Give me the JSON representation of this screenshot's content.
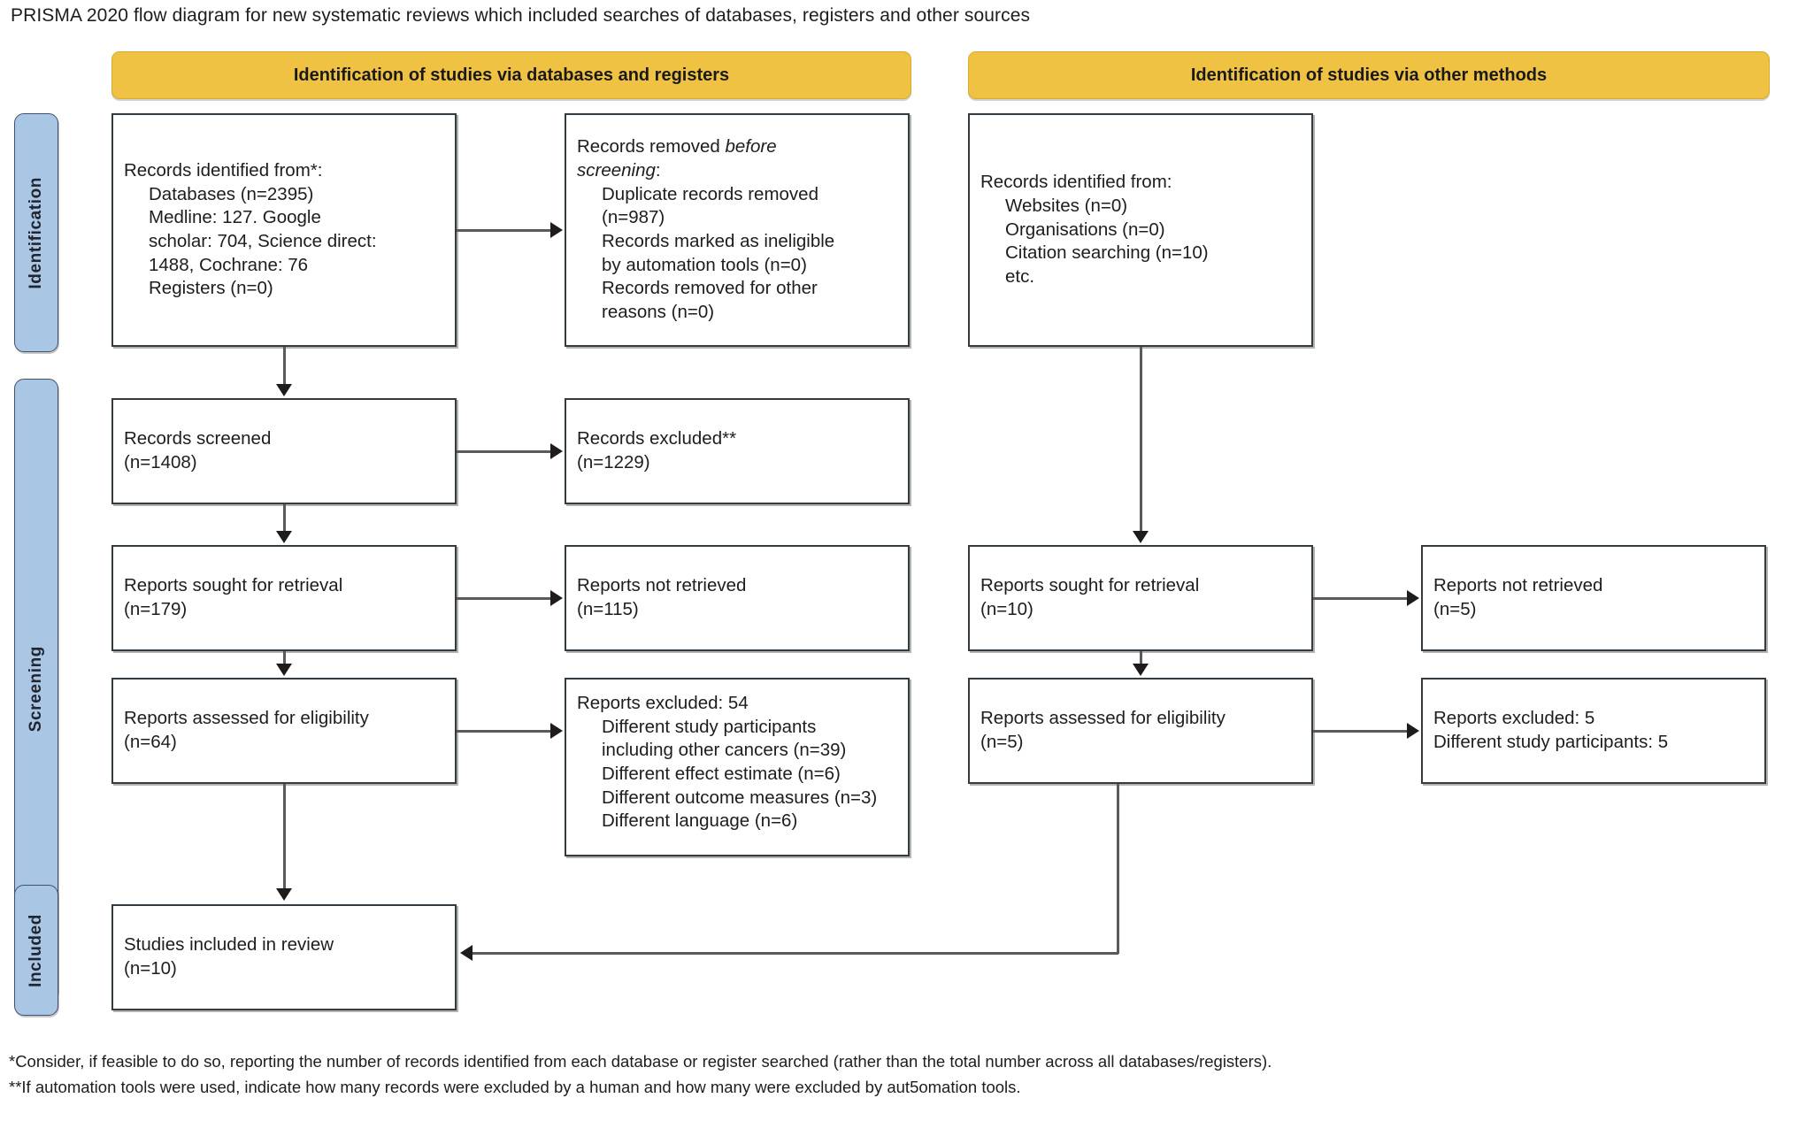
{
  "title": "PRISMA 2020 flow diagram for new systematic reviews which included searches of databases, registers and other sources",
  "colors": {
    "header_yellow": "#f0c244",
    "stage_blue": "#a9c6e4",
    "box_border": "#333a40",
    "connector": "#5a5a5a"
  },
  "columns": {
    "left_header": "Identification of studies via databases and registers",
    "right_header": "Identification of studies via other methods"
  },
  "stages": [
    {
      "label": "Identification"
    },
    {
      "label": "Screening"
    },
    {
      "label": "Included"
    }
  ],
  "boxes": {
    "records_identified": {
      "lines": [
        "Records identified from*:",
        "Databases (n=2395)",
        "Medline: 127. Google",
        "scholar: 704, Science direct:",
        "1488, Cochrane: 76",
        "Registers (n=0)"
      ]
    },
    "records_removed": {
      "line1_normal": "Records removed ",
      "line1_italic": "before",
      "line2_italic": "screening",
      "line2_normal": ":",
      "lines": [
        "Duplicate records removed",
        "(n=987)",
        "Records marked as ineligible",
        "by automation tools (n=0)",
        "Records removed for other",
        "reasons (n=0)"
      ]
    },
    "other_identified": {
      "lines": [
        "Records identified from:",
        "Websites (n=0)",
        "Organisations (n=0)",
        "Citation searching (n=10)",
        "etc."
      ]
    },
    "records_screened": {
      "line1": "Records screened",
      "line2": "(n=1408)"
    },
    "records_excluded": {
      "line1": "Records excluded**",
      "line2": "(n=1229)"
    },
    "reports_sought": {
      "line1": "Reports sought for retrieval",
      "line2": "(n=179)"
    },
    "reports_not_retrieved": {
      "line1": "Reports not retrieved",
      "line2": "(n=115)"
    },
    "reports_sought_other": {
      "line1": "Reports sought for retrieval",
      "line2": "(n=10)"
    },
    "reports_not_retrieved_other": {
      "line1": "Reports not retrieved",
      "line2": "(n=5)"
    },
    "reports_assessed": {
      "line1": "Reports assessed for eligibility",
      "line2": "(n=64)"
    },
    "reports_excluded_detail": {
      "heading": "Reports excluded: 54",
      "reasons": [
        "Different study participants",
        "including other cancers (n=39)",
        "Different effect estimate (n=6)",
        "Different outcome measures (n=3)",
        "Different language (n=6)"
      ]
    },
    "reports_assessed_other": {
      "line1": "Reports assessed for eligibility",
      "line2": "(n=5)"
    },
    "reports_excluded_other": {
      "line1": "Reports excluded: 5",
      "line2": "Different study participants: 5"
    },
    "studies_included": {
      "line1": "Studies included in review",
      "line2": "(n=10)"
    }
  },
  "footnotes": {
    "one": "*Consider, if feasible to do so, reporting the number of records identified from each database or register searched (rather than the total number across all databases/registers).",
    "two": "**If automation tools were used, indicate how many records were excluded by a human and how many were excluded by aut5omation tools."
  }
}
